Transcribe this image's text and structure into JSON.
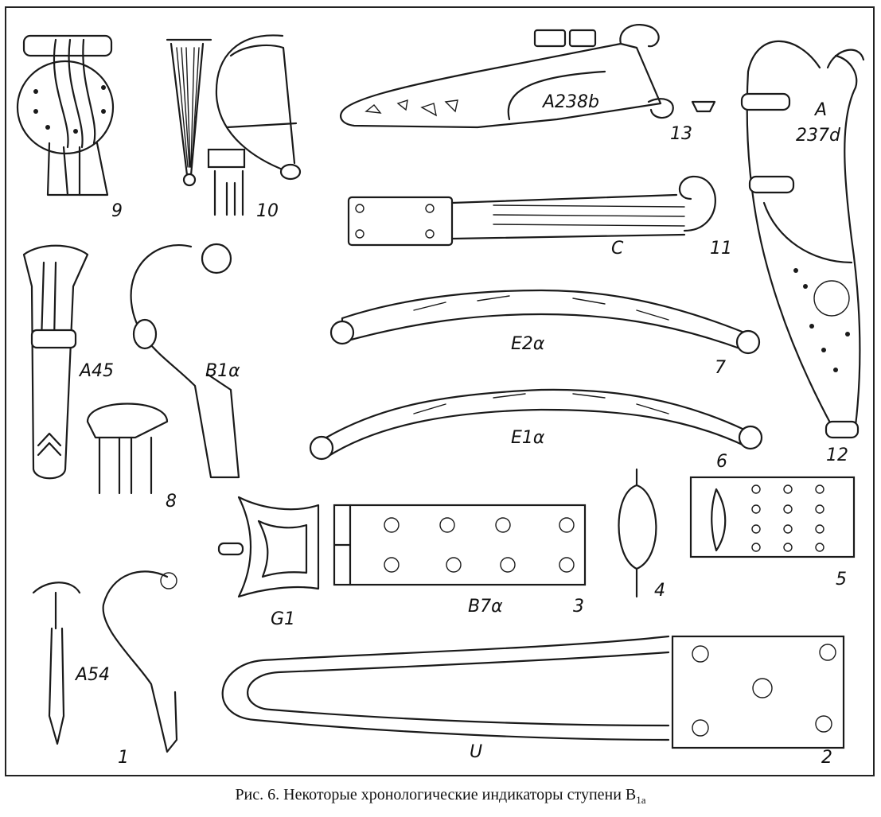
{
  "figure": {
    "caption_prefix": "Рис. 6. Некоторые хронологические индикаторы ступени B",
    "caption_subscript": "1a",
    "labels": {
      "n9": "9",
      "n10": "10",
      "type_13": "A238b",
      "n13": "13",
      "type_12_a": "A",
      "type_12_b": "237d",
      "n12": "12",
      "type_11": "C",
      "n11": "11",
      "type_a45": "A45",
      "type_b1a": "B1α",
      "n8": "8",
      "type_7": "E2α",
      "n7": "7",
      "type_6": "E1α",
      "n6": "6",
      "type_g1": "G1",
      "type_b7a": "B7α",
      "n3": "3",
      "n4": "4",
      "n5": "5",
      "type_a54": "A54",
      "n1": "1",
      "type_u": "U",
      "n2": "2"
    }
  }
}
